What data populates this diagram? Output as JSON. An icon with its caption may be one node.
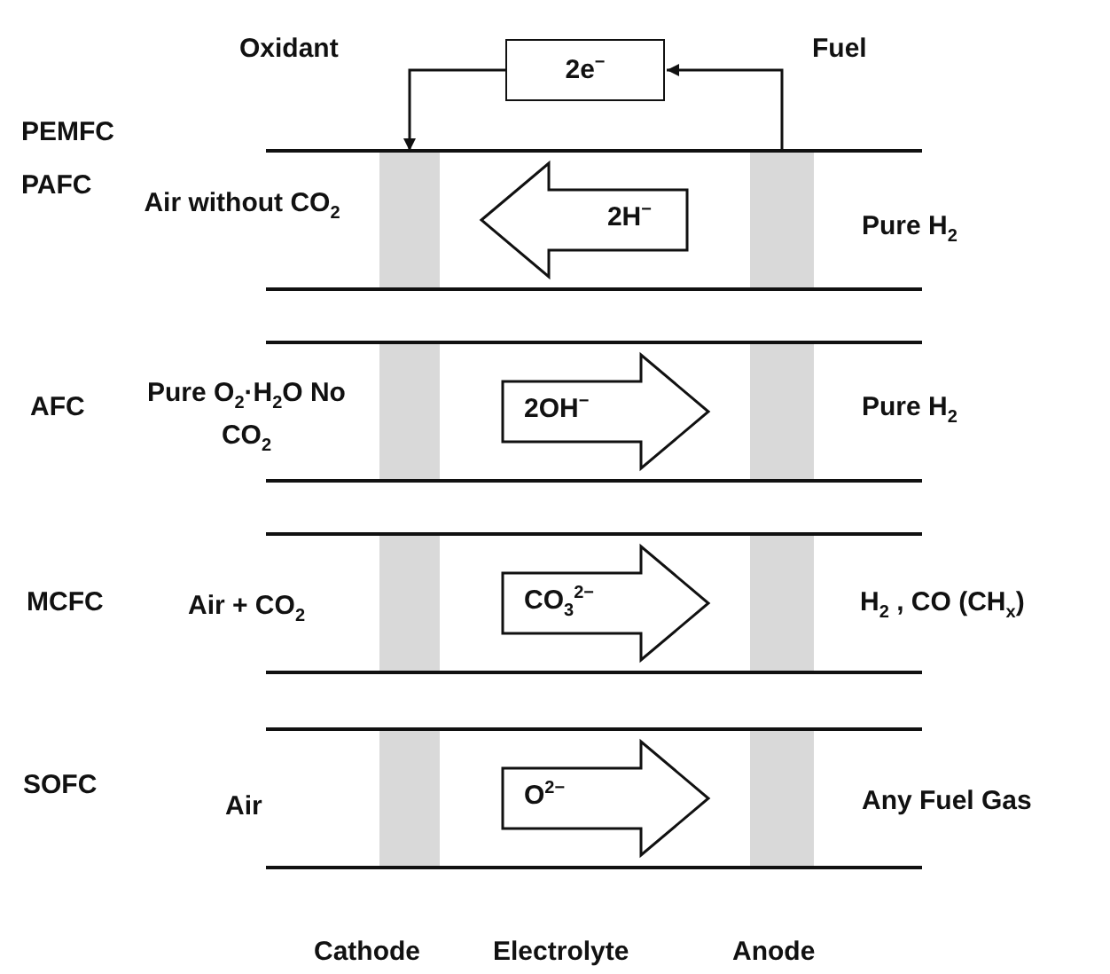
{
  "diagram": {
    "nodes": [
      {
        "text": [
          "2e$^{−}$"
        ]
      },
      {
        "text": [],
        "shape": "bar"
      },
      {
        "text": [],
        "shape": "bar"
      },
      {
        "text": [],
        "shape": "bar"
      },
      {
        "text": [],
        "shape": "bar"
      },
      {
        "text": [],
        "shape": "bar"
      },
      {
        "text": [],
        "shape": "bar"
      },
      {
        "text": [],
        "shape": "bar"
      },
      {
        "text": [],
        "shape": "bar"
      }
    ],
    "edges": [
      {
        "from": 2,
        "to": 0,
        "arrow": "to"
      },
      {
        "from": 0,
        "to": 1,
        "arrow": "to"
      },
      {
        "from": 2,
        "to": 1,
        "arrow": "to",
        "label": "2H$^{−}$"
      },
      {
        "from": 3,
        "to": 4,
        "arrow": "to",
        "label": "2OH$^{−}$"
      },
      {
        "from": 5,
        "to": 6,
        "arrow": "to",
        "label": "CO$_{3}$$^{2−}$"
      },
      {
        "from": 7,
        "to": 8,
        "arrow": "to",
        "label": "O$^{2−}$"
      }
    ],
    "labels": [
      "Oxidant",
      "Fuel",
      "PEMFC",
      "PAFC",
      "Air without CO$_{2}$",
      "Pure H$_{2}$",
      "AFC",
      "Pure O$_{2}$·H$_{2}$O No CO$_{2}$",
      "Pure H$_{2}$",
      "MCFC",
      "Air + CO$_{2}$",
      "H$_{2}$ , CO (CH$_{x}$)",
      "SOFC",
      "Air",
      "Any Fuel Gas",
      "Cathode",
      "Electrolyte",
      "Anode"
    ]
  }
}
